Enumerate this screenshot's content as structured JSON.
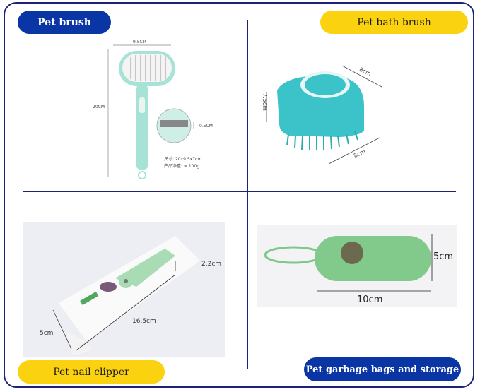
{
  "panels": [
    {
      "title": "Pet brush",
      "dimensions": {
        "width": "9.5CM",
        "height": "20CM",
        "bristle": "0.5CM"
      },
      "specs": [
        "尺寸: 20x9.5x7cm",
        "产品净重: ≈ 100g"
      ]
    },
    {
      "title": "Pet bath brush",
      "dimensions": {
        "top": "8cm",
        "height": "7.5cm",
        "bottom": "8cm"
      }
    },
    {
      "title": "Pet nail clipper",
      "dimensions": {
        "height": "2.2cm",
        "length": "16.5cm",
        "width": "5cm"
      }
    },
    {
      "title": "Pet garbage bags and storage",
      "dimensions": {
        "height": "5cm",
        "length": "10cm"
      }
    }
  ],
  "colors": {
    "frame": "#1b2378",
    "blue_pill": "#0a35a5",
    "yellow_pill": "#fbd20f",
    "product_mint": "#a6e3d6",
    "product_teal": "#35c3c9",
    "product_green": "#7fc88a"
  }
}
